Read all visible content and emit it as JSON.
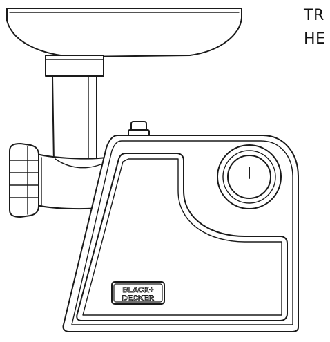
{
  "side_text": {
    "line1": "TR",
    "line2": "HE"
  },
  "logo": {
    "text_top": "BLACK+",
    "text_bottom": "DECKER"
  },
  "colors": {
    "stroke": "#1a1a1a",
    "fill": "#ffffff"
  }
}
